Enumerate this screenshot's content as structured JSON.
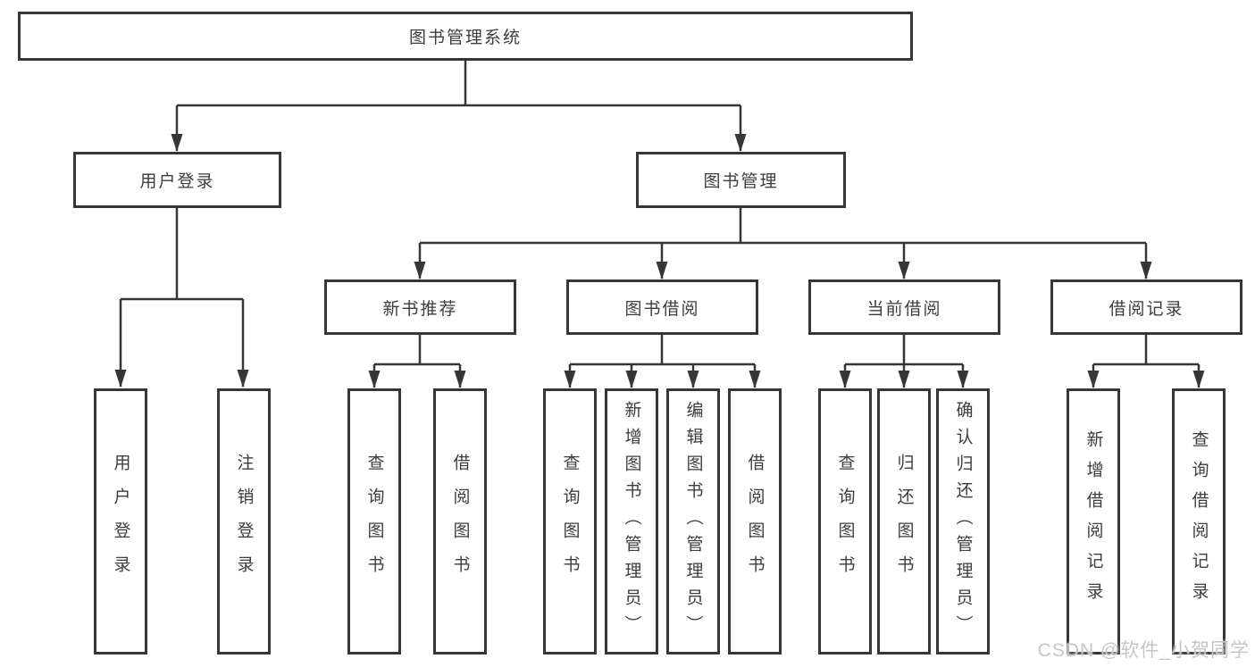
{
  "tree": {
    "root": {
      "label": "图书管理系统"
    },
    "user_login": {
      "label": "用户登录",
      "children": [
        {
          "label": "用户登录"
        },
        {
          "label": "注销登录"
        }
      ]
    },
    "book_management": {
      "label": "图书管理",
      "sections": [
        {
          "label": "新书推荐",
          "children": [
            {
              "label": "查询图书"
            },
            {
              "label": "借阅图书"
            }
          ]
        },
        {
          "label": "图书借阅",
          "children": [
            {
              "label": "查询图书"
            },
            {
              "label": "新增图书（管理员）"
            },
            {
              "label": "编辑图书（管理员）"
            },
            {
              "label": "借阅图书"
            }
          ]
        },
        {
          "label": "当前借阅",
          "children": [
            {
              "label": "查询图书"
            },
            {
              "label": "归还图书"
            },
            {
              "label": "确认归还（管理员）"
            }
          ]
        },
        {
          "label": "借阅记录",
          "children": [
            {
              "label": "新增借阅记录"
            },
            {
              "label": "查询借阅记录"
            }
          ]
        }
      ]
    }
  },
  "watermark": {
    "text": "CSDN @软件_小贺同学",
    "color": "#c6c6c6"
  },
  "colors": {
    "line": "#363636",
    "box_border": "#363636",
    "text": "#3d3d3d",
    "background": "#ffffff"
  }
}
